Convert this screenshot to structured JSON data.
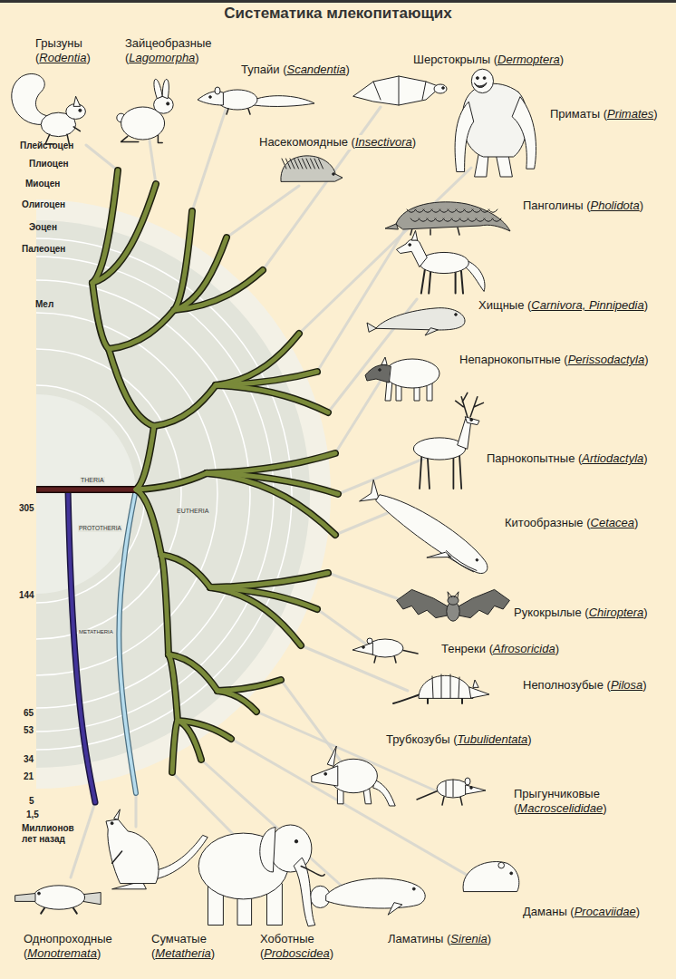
{
  "diagram": {
    "title": "Систематика млекопитающих",
    "labels": [
      "Грызуны (Rodentia)",
      "Зайцеобразные (Lagomorpha)",
      "Тупайи (Scandentia)",
      "Шерстокрылы (Dermoptera)",
      "Приматы (Primates)",
      "Насекомоядные (Insectivora)",
      "Панголины (Pholidota)",
      "Хищные (Carnivora, Pinnipedia)",
      "Непарнокопытные (Perissodactyla)",
      "Парнокопытные (Artiodactyla)",
      "Китообразные (Cetacea)",
      "Рукокрылые (Chiroptera)",
      "Тенреки (Afrosoricida)",
      "Неполнозубые (Pilosa)",
      "Трубкозубы (Tubulidentata)",
      "Прыгунчиковые (Macroscelididae)",
      "Даманы (Procaviidae)",
      "Ламатины (Sirenia)",
      "Хоботные (Proboscidea)",
      "Сумчатые (Metatheria)",
      "Однопроходные (Monotremata)",
      "Плейстоцен",
      "Плиоцен",
      "Миоцен",
      "Олигоцен",
      "Эоцен",
      "Палеоцен",
      "Мел",
      "305",
      "144",
      "65",
      "53",
      "34",
      "21",
      "5",
      "1,5",
      "Миллионов лет назад",
      "THERIA",
      "PROTOTHERIA",
      "METATHERIA",
      "EUTHERIA"
    ]
  }
}
